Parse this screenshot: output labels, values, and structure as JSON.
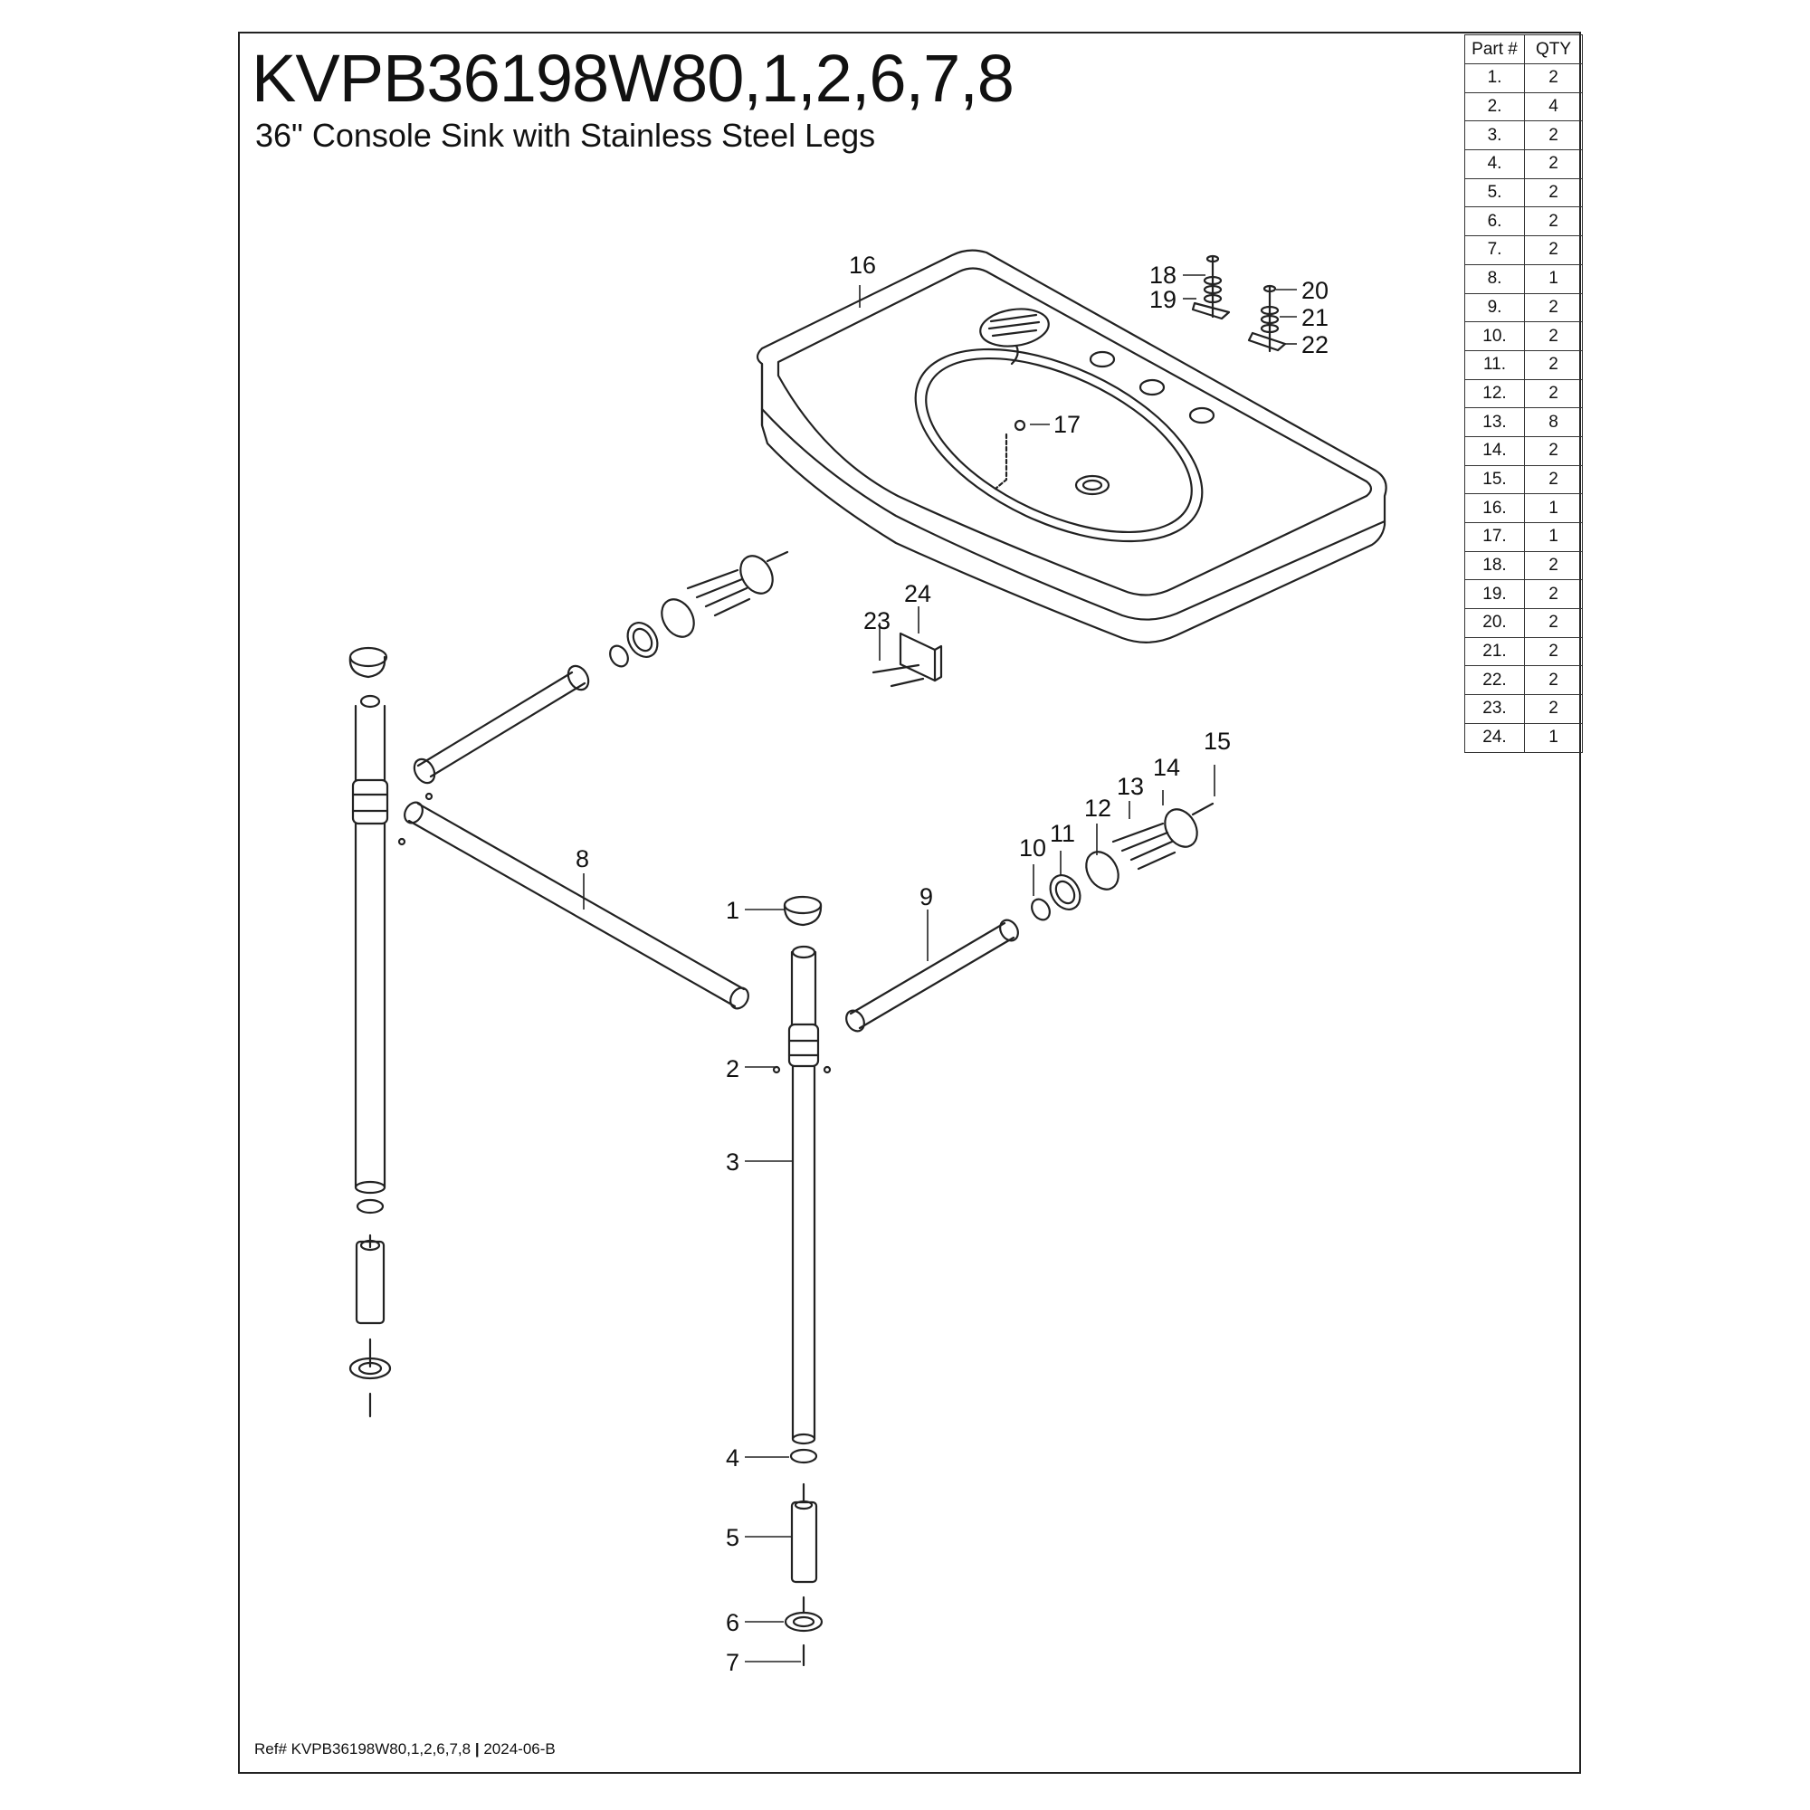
{
  "header": {
    "model": "KVPB36198W80,1,2,6,7,8",
    "subtitle": "36\" Console Sink with Stainless Steel Legs"
  },
  "footer": {
    "ref_prefix": "Ref# KVPB36198W80,1,2,6,7,8",
    "separator": "|",
    "revision": "2024-06-B"
  },
  "parts_table": {
    "headers": [
      "Part #",
      "QTY"
    ],
    "rows": [
      [
        "1.",
        "2"
      ],
      [
        "2.",
        "4"
      ],
      [
        "3.",
        "2"
      ],
      [
        "4.",
        "2"
      ],
      [
        "5.",
        "2"
      ],
      [
        "6.",
        "2"
      ],
      [
        "7.",
        "2"
      ],
      [
        "8.",
        "1"
      ],
      [
        "9.",
        "2"
      ],
      [
        "10.",
        "2"
      ],
      [
        "11.",
        "2"
      ],
      [
        "12.",
        "2"
      ],
      [
        "13.",
        "8"
      ],
      [
        "14.",
        "2"
      ],
      [
        "15.",
        "2"
      ],
      [
        "16.",
        "1"
      ],
      [
        "17.",
        "1"
      ],
      [
        "18.",
        "2"
      ],
      [
        "19.",
        "2"
      ],
      [
        "20.",
        "2"
      ],
      [
        "21.",
        "2"
      ],
      [
        "22.",
        "2"
      ],
      [
        "23.",
        "2"
      ],
      [
        "24.",
        "1"
      ]
    ]
  },
  "callouts": [
    "1",
    "2",
    "3",
    "4",
    "5",
    "6",
    "7",
    "8",
    "9",
    "10",
    "11",
    "12",
    "13",
    "14",
    "15",
    "16",
    "17",
    "18",
    "19",
    "20",
    "21",
    "22",
    "23",
    "24"
  ]
}
